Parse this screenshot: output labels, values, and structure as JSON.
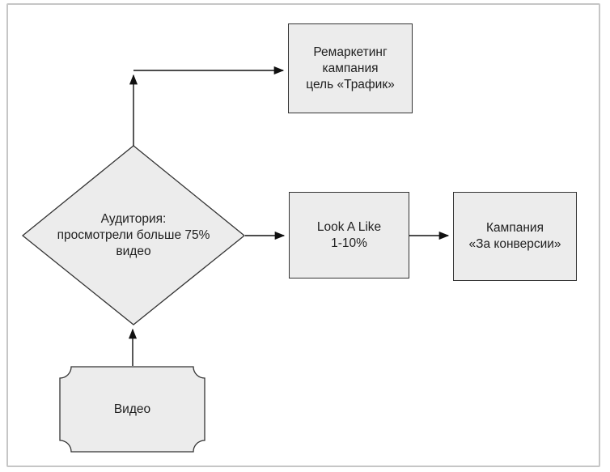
{
  "diagram": {
    "title": "video-remarketing-funnel-flowchart",
    "colors": {
      "node_fill": "#ececec",
      "node_border": "#333333",
      "arrow": "#111111",
      "frame_border": "#c6c6c6",
      "text": "#1f1f1f",
      "background": "#ffffff"
    },
    "nodes": {
      "remarketing": {
        "type": "rectangle",
        "lines": [
          "Ремаркетинг",
          "кампания",
          "цель «Трафик»"
        ]
      },
      "audience": {
        "type": "diamond",
        "lines": [
          "Аудитория:",
          "просмотрели больше 75%",
          "видео"
        ]
      },
      "lookalike": {
        "type": "rectangle",
        "lines": [
          "Look A Like",
          "1-10%"
        ]
      },
      "conversion": {
        "type": "rectangle",
        "lines": [
          "Кампания",
          "«За конверсии»"
        ]
      },
      "video": {
        "type": "plaque",
        "lines": [
          "Видео"
        ]
      }
    },
    "edges": [
      {
        "from": "audience",
        "to": "remarketing",
        "route": "up-then-right"
      },
      {
        "from": "audience",
        "to": "lookalike",
        "route": "right"
      },
      {
        "from": "lookalike",
        "to": "conversion",
        "route": "right"
      },
      {
        "from": "video",
        "to": "audience",
        "route": "up"
      }
    ]
  }
}
